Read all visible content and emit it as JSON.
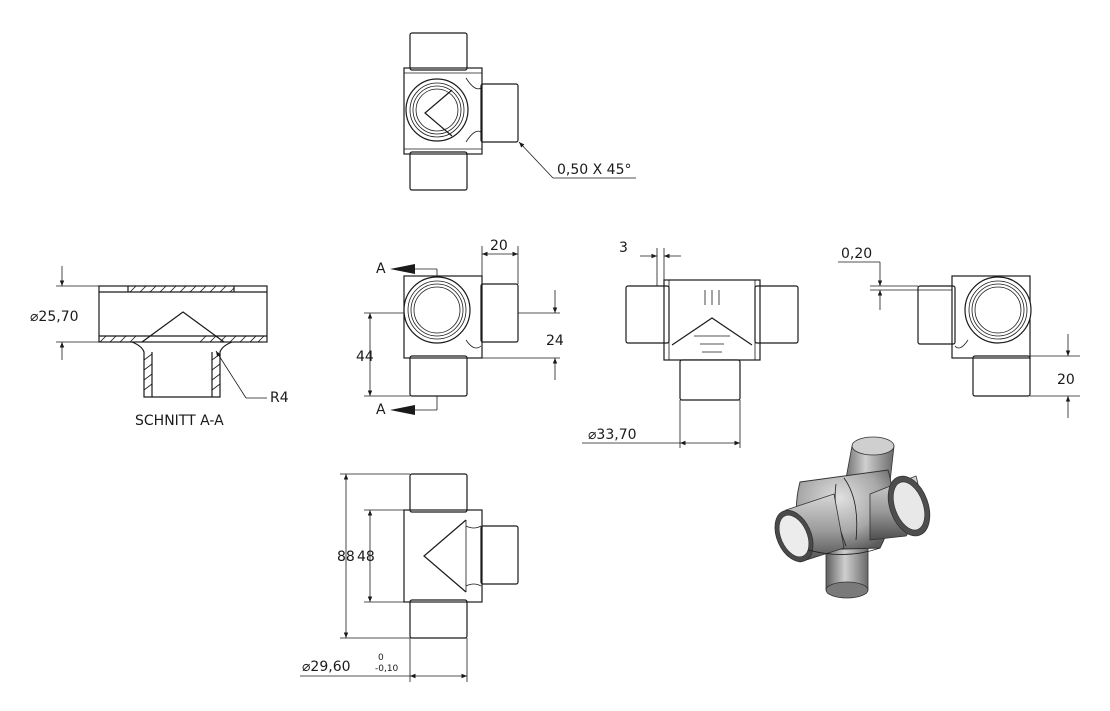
{
  "dimensions": {
    "chamfer": "0,50 X 45°",
    "dia_section": "⌀25,70",
    "radius": "R4",
    "section_title": "SCHNITT A-A",
    "a_top": "A",
    "a_bottom": "A",
    "branch_length": "20",
    "height_44": "44",
    "height_24": "24",
    "wall_3": "3",
    "dia_center": "⌀33,70",
    "offset_020": "0,20",
    "length_20_right": "20",
    "height_88": "88",
    "height_48": "48",
    "dia_main": "⌀29,60",
    "tol_upper": "0",
    "tol_lower": "-0,10"
  },
  "colors": {
    "line": "#1a1a1a",
    "background": "#ffffff",
    "iso_light": "#cfcfcf",
    "iso_mid": "#9a9a9a",
    "iso_dark": "#5e5e5e"
  }
}
